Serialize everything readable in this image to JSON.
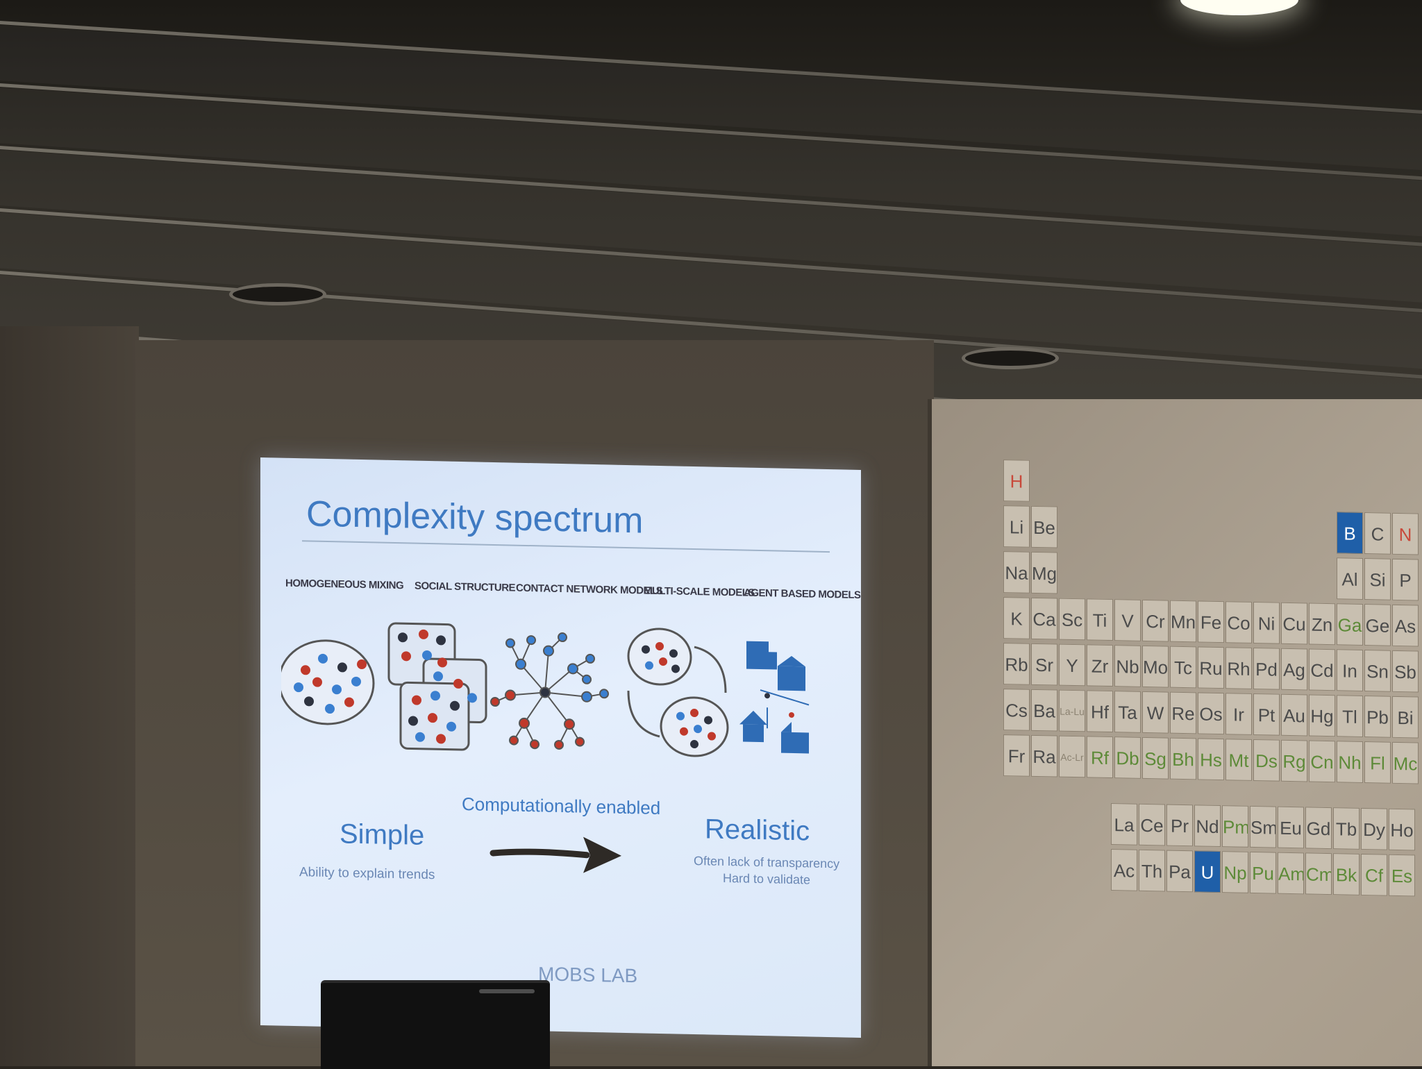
{
  "slide": {
    "title": "Complexity spectrum",
    "categories": [
      {
        "label": "Homogeneous mixing",
        "icon": "homogeneous-mixing-icon"
      },
      {
        "label": "Social structure",
        "icon": "social-structure-icon"
      },
      {
        "label": "Contact network models",
        "icon": "contact-network-icon"
      },
      {
        "label": "Multi-scale models",
        "icon": "multi-scale-icon"
      },
      {
        "label": "Agent based models",
        "icon": "agent-based-icon"
      }
    ],
    "arrow_caption": "Computationally enabled",
    "left": {
      "label": "Simple",
      "sub": "Ability to explain trends"
    },
    "right": {
      "label": "Realistic",
      "sub1": "Often lack of transparency",
      "sub2": "Hard to validate"
    },
    "footer": "MOBS LAB",
    "colors": {
      "title": "#3f7ac2",
      "dot_red": "#c0392b",
      "dot_blue": "#3a7fd0",
      "dot_dark": "#2e3340"
    }
  },
  "periodic_table": {
    "colors": {
      "highlight": "#1f5fa8",
      "green": "#5d8a38",
      "red": "#c8493a"
    },
    "rows": [
      [
        {
          "s": "H",
          "c": 0,
          "t": "red"
        }
      ],
      [
        {
          "s": "Li",
          "c": 0
        },
        {
          "s": "Be",
          "c": 1
        },
        {
          "s": "B",
          "c": 12,
          "t": "hl"
        },
        {
          "s": "C",
          "c": 13
        },
        {
          "s": "N",
          "c": 14,
          "t": "red"
        }
      ],
      [
        {
          "s": "Na",
          "c": 0
        },
        {
          "s": "Mg",
          "c": 1
        },
        {
          "s": "Al",
          "c": 12
        },
        {
          "s": "Si",
          "c": 13
        },
        {
          "s": "P",
          "c": 14
        }
      ],
      [
        {
          "s": "K",
          "c": 0
        },
        {
          "s": "Ca",
          "c": 1
        },
        {
          "s": "Sc",
          "c": 2
        },
        {
          "s": "Ti",
          "c": 3
        },
        {
          "s": "V",
          "c": 4
        },
        {
          "s": "Cr",
          "c": 5
        },
        {
          "s": "Mn",
          "c": 6
        },
        {
          "s": "Fe",
          "c": 7
        },
        {
          "s": "Co",
          "c": 8
        },
        {
          "s": "Ni",
          "c": 9
        },
        {
          "s": "Cu",
          "c": 10
        },
        {
          "s": "Zn",
          "c": 11
        },
        {
          "s": "Ga",
          "c": 12,
          "t": "green"
        },
        {
          "s": "Ge",
          "c": 13
        },
        {
          "s": "As",
          "c": 14
        }
      ],
      [
        {
          "s": "Rb",
          "c": 0
        },
        {
          "s": "Sr",
          "c": 1
        },
        {
          "s": "Y",
          "c": 2
        },
        {
          "s": "Zr",
          "c": 3
        },
        {
          "s": "Nb",
          "c": 4
        },
        {
          "s": "Mo",
          "c": 5
        },
        {
          "s": "Tc",
          "c": 6
        },
        {
          "s": "Ru",
          "c": 7
        },
        {
          "s": "Rh",
          "c": 8
        },
        {
          "s": "Pd",
          "c": 9
        },
        {
          "s": "Ag",
          "c": 10
        },
        {
          "s": "Cd",
          "c": 11
        },
        {
          "s": "In",
          "c": 12
        },
        {
          "s": "Sn",
          "c": 13
        },
        {
          "s": "Sb",
          "c": 14
        }
      ],
      [
        {
          "s": "Cs",
          "c": 0
        },
        {
          "s": "Ba",
          "c": 1
        },
        {
          "s": "La-Lu",
          "c": 2,
          "t": "small"
        },
        {
          "s": "Hf",
          "c": 3
        },
        {
          "s": "Ta",
          "c": 4
        },
        {
          "s": "W",
          "c": 5
        },
        {
          "s": "Re",
          "c": 6
        },
        {
          "s": "Os",
          "c": 7
        },
        {
          "s": "Ir",
          "c": 8
        },
        {
          "s": "Pt",
          "c": 9
        },
        {
          "s": "Au",
          "c": 10
        },
        {
          "s": "Hg",
          "c": 11
        },
        {
          "s": "Tl",
          "c": 12
        },
        {
          "s": "Pb",
          "c": 13
        },
        {
          "s": "Bi",
          "c": 14
        }
      ],
      [
        {
          "s": "Fr",
          "c": 0
        },
        {
          "s": "Ra",
          "c": 1
        },
        {
          "s": "Ac-Lr",
          "c": 2,
          "t": "small"
        },
        {
          "s": "Rf",
          "c": 3,
          "t": "green"
        },
        {
          "s": "Db",
          "c": 4,
          "t": "green"
        },
        {
          "s": "Sg",
          "c": 5,
          "t": "green"
        },
        {
          "s": "Bh",
          "c": 6,
          "t": "green"
        },
        {
          "s": "Hs",
          "c": 7,
          "t": "green"
        },
        {
          "s": "Mt",
          "c": 8,
          "t": "green"
        },
        {
          "s": "Ds",
          "c": 9,
          "t": "green"
        },
        {
          "s": "Rg",
          "c": 10,
          "t": "green"
        },
        {
          "s": "Cn",
          "c": 11,
          "t": "green"
        },
        {
          "s": "Nh",
          "c": 12,
          "t": "green"
        },
        {
          "s": "Fl",
          "c": 13,
          "t": "green"
        },
        {
          "s": "Mc",
          "c": 14,
          "t": "green"
        }
      ]
    ],
    "lanthanides": [
      {
        "s": "La"
      },
      {
        "s": "Ce"
      },
      {
        "s": "Pr"
      },
      {
        "s": "Nd"
      },
      {
        "s": "Pm",
        "t": "green"
      },
      {
        "s": "Sm"
      },
      {
        "s": "Eu"
      },
      {
        "s": "Gd"
      },
      {
        "s": "Tb"
      },
      {
        "s": "Dy"
      },
      {
        "s": "Ho"
      }
    ],
    "actinides": [
      {
        "s": "Ac"
      },
      {
        "s": "Th"
      },
      {
        "s": "Pa"
      },
      {
        "s": "U",
        "t": "hl"
      },
      {
        "s": "Np",
        "t": "green"
      },
      {
        "s": "Pu",
        "t": "green"
      },
      {
        "s": "Am",
        "t": "green"
      },
      {
        "s": "Cm",
        "t": "green"
      },
      {
        "s": "Bk",
        "t": "green"
      },
      {
        "s": "Cf",
        "t": "green"
      },
      {
        "s": "Es",
        "t": "green"
      }
    ]
  }
}
